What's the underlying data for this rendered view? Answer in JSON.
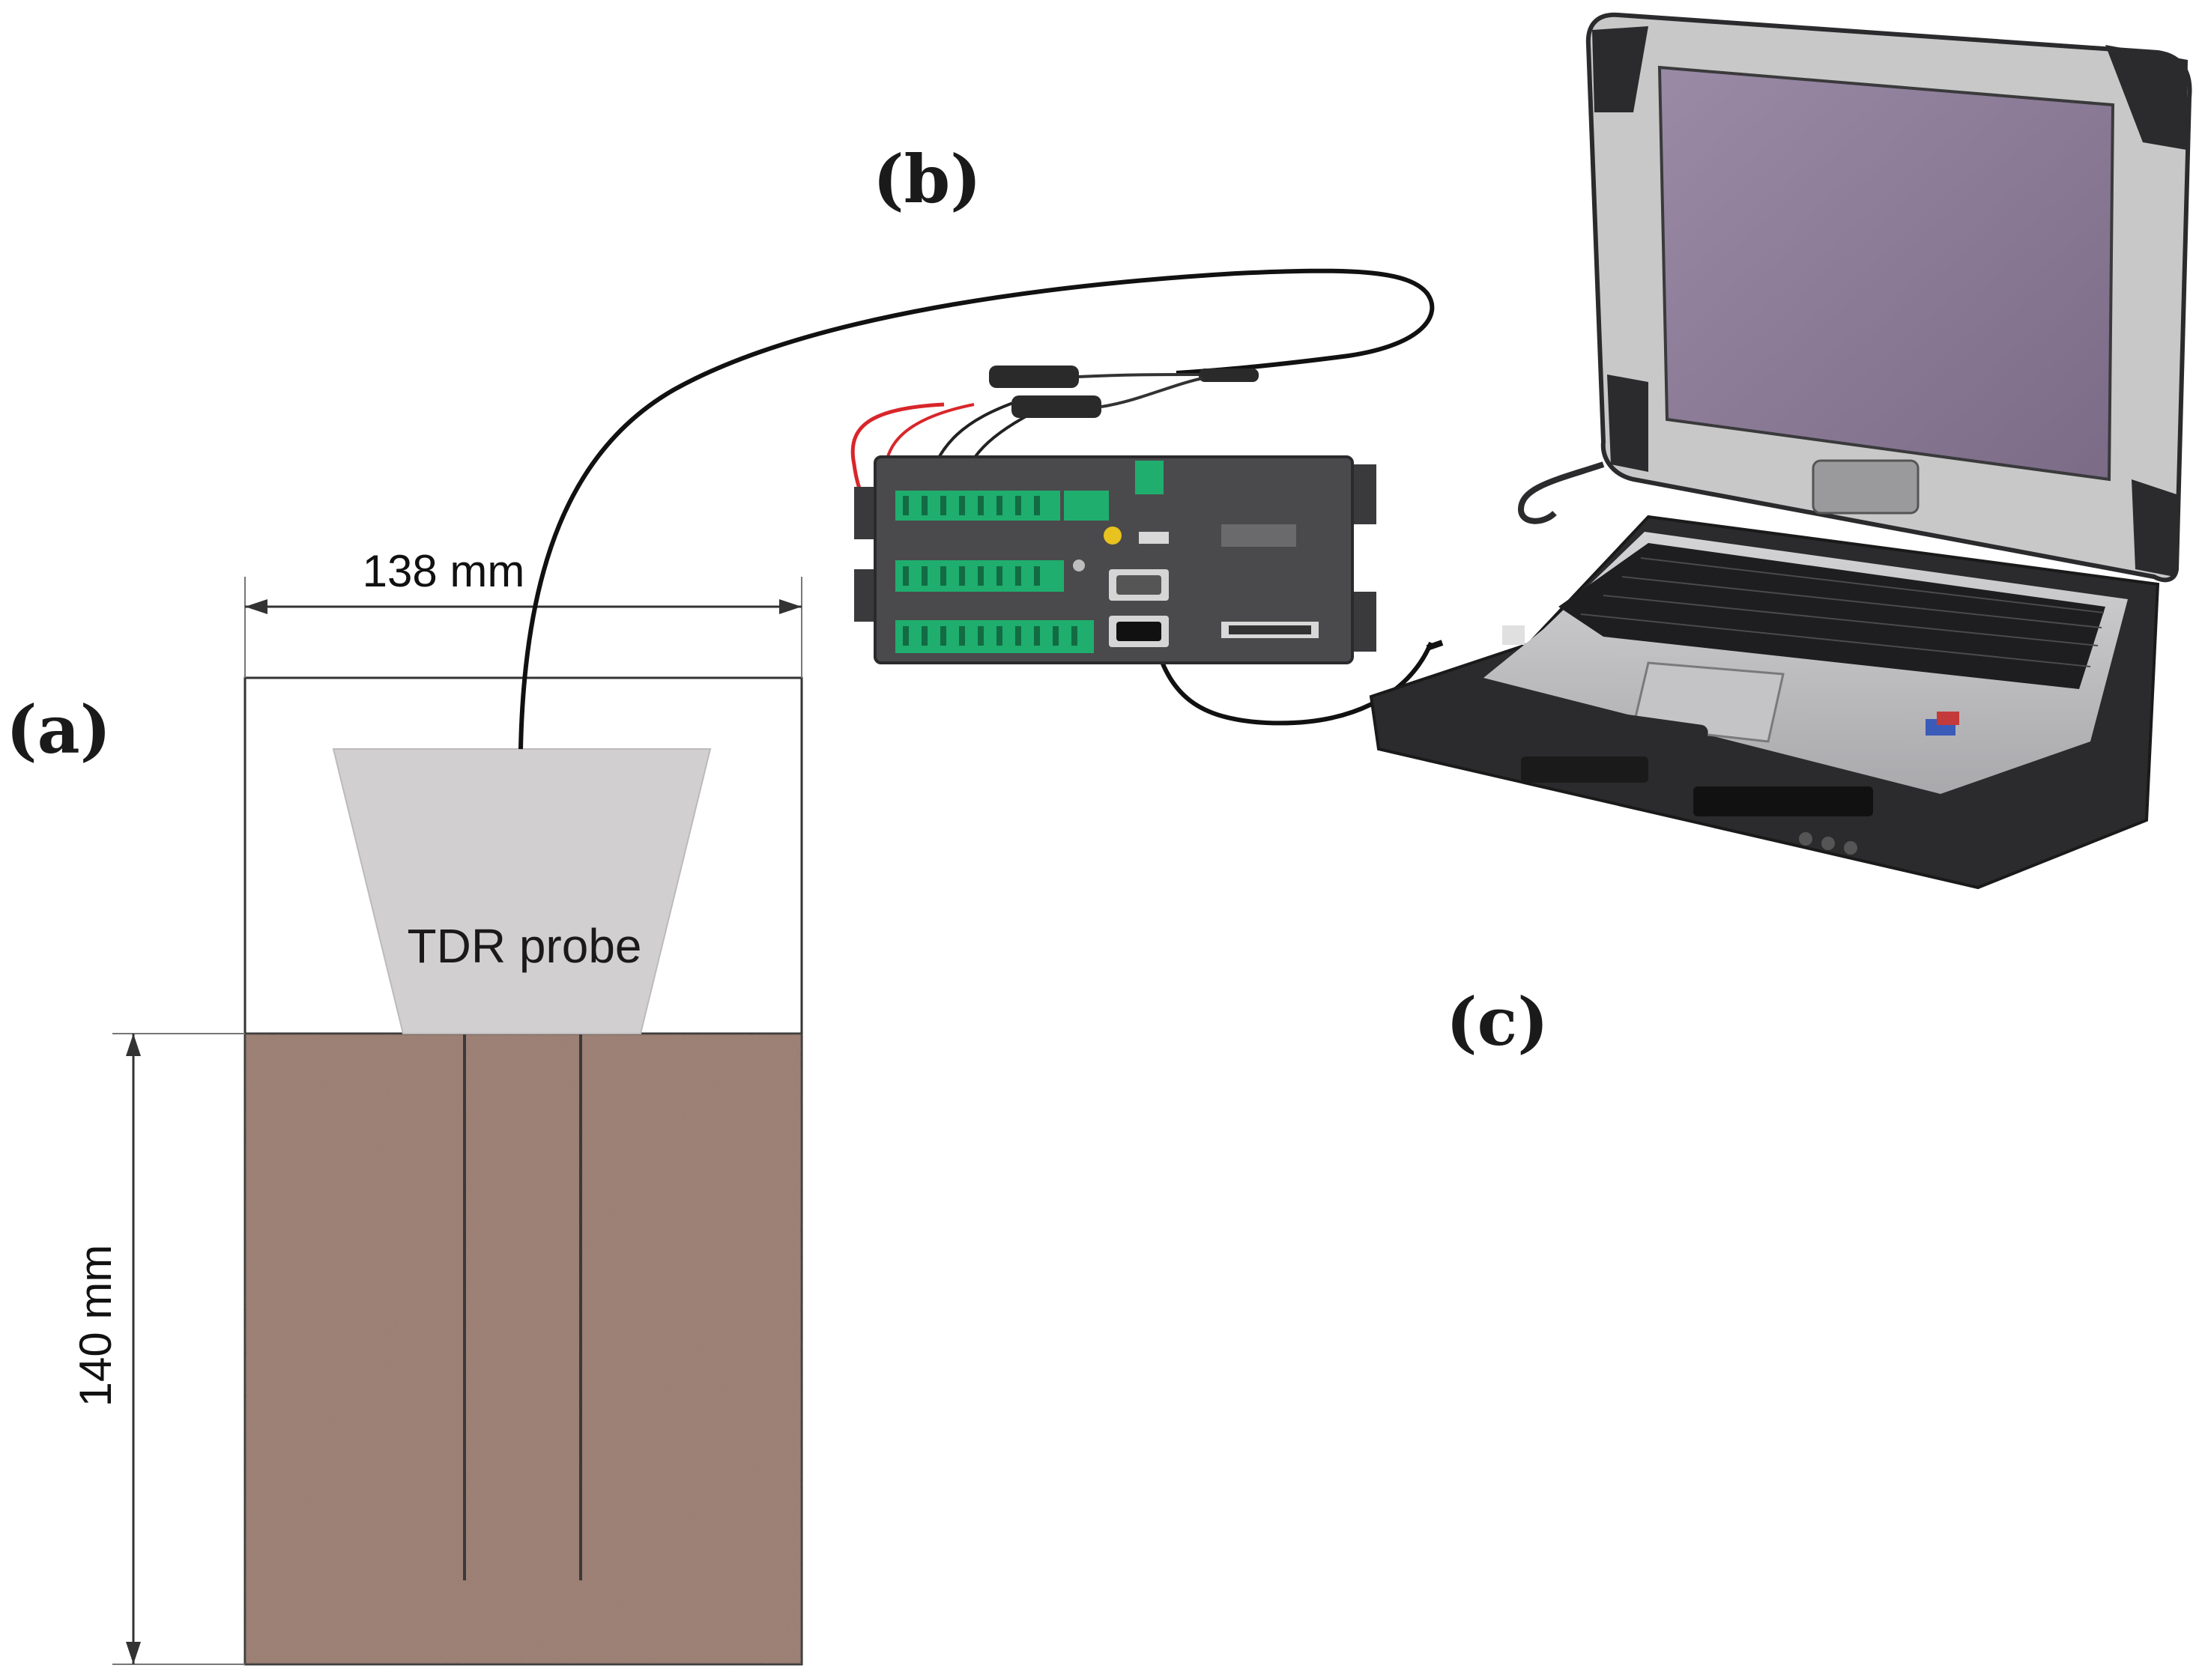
{
  "labels": {
    "panel_a": "(a)",
    "panel_b": "(b)",
    "panel_c": "(c)",
    "width_dimension": "138 mm",
    "depth_dimension": "140 mm",
    "probe": "TDR probe"
  },
  "colors": {
    "soil": "#9b7b6e",
    "probe_body": "#d2cfd0",
    "cable": "#111111",
    "logger_panel": "#4a4a4c",
    "terminal_green": "#1fae6e",
    "laptop_frame": "#2b2b2d",
    "laptop_bezel": "#c8c8c8",
    "laptop_screen": "#8b7b96",
    "red_wire": "#d8262a"
  },
  "icons": {
    "datalogger": "datalogger-icon",
    "laptop": "laptop-icon"
  }
}
